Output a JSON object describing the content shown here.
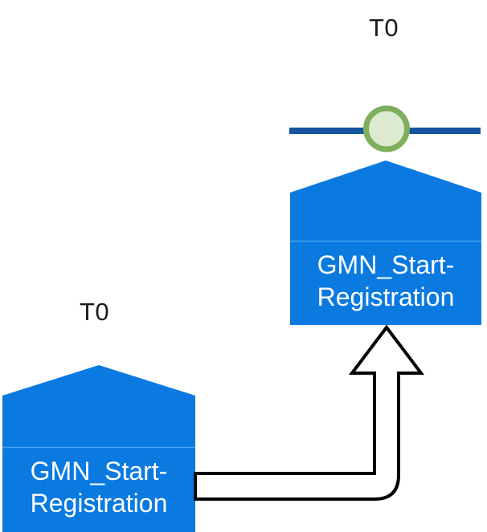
{
  "diagram": {
    "title": "",
    "type": "sequence-flow-diagram",
    "colors": {
      "node_fill": "#0a7ae0",
      "node_divider": "#4aa3ec",
      "lifeline": "#14559e",
      "marker_ring": "#7fae5c",
      "marker_fill": "#dcead0",
      "arrow_stroke": "#000000",
      "arrow_fill": "#ffffff",
      "label_text": "#1a1a1a",
      "node_text": "#ffffff",
      "background": "#ffffff"
    },
    "nodes": [
      {
        "id": "node-top",
        "label": "GMN_Start-\nRegistration",
        "time_label": "T0",
        "shape": "home-plate-pentagon"
      },
      {
        "id": "node-bottom",
        "label": "GMN_Start-\nRegistration",
        "time_label": "T0",
        "shape": "home-plate-pentagon"
      }
    ],
    "connector": {
      "id": "flow-arrow",
      "kind": "block-arrow",
      "from": "node-bottom",
      "to": "node-top",
      "direction": "up"
    },
    "marker": {
      "id": "lifeline-marker",
      "kind": "circle-on-lifeline"
    }
  }
}
